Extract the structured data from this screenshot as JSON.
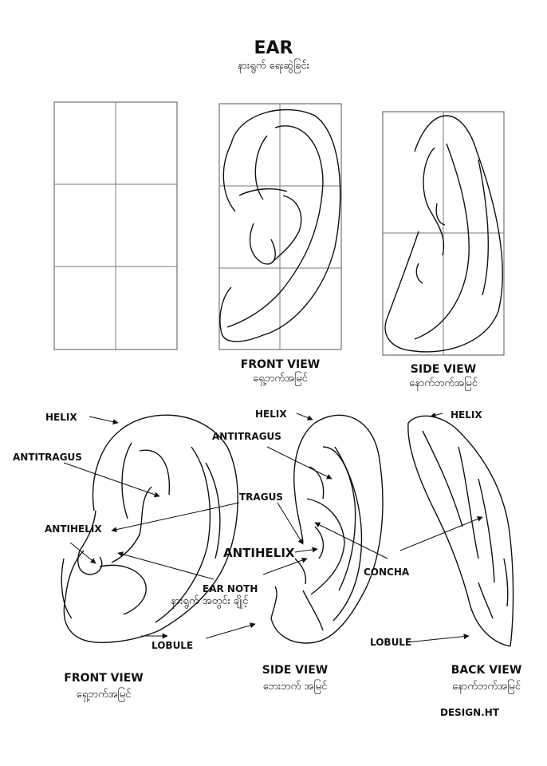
{
  "header": {
    "title": "EAR",
    "subtitle": "နားရွက် ရေးဆွဲခြင်း"
  },
  "top_row": {
    "front_view": {
      "label": "FRONT VIEW",
      "sublabel": "ရှေ့ဘက်အမြင်"
    },
    "side_view": {
      "label": "SIDE VIEW",
      "sublabel": "နောက်ဘက်အမြင်"
    }
  },
  "front_ear_labels": {
    "helix": "HELIX",
    "antitragus": "ANTITRAGUS",
    "antihelix": "ANTIHELIX",
    "lobule": "LOBULE",
    "caption": "FRONT VIEW",
    "caption_sub": "ရှေ့ဘက်အမြင်"
  },
  "side_ear_labels": {
    "helix": "HELIX",
    "antitragus": "ANTITRAGUS",
    "tragus": "TRAGUS",
    "antihelix": "ANTIHELIX",
    "ear_notch": "EAR NOTH",
    "ear_notch_sub": "နားရွက် အတွင်း ချိုင့်",
    "caption": "SIDE VIEW",
    "caption_sub": "ဘေးဘက် အမြင်"
  },
  "back_ear_labels": {
    "helix": "HELIX",
    "concha": "CONCHA",
    "lobule": "LOBULE",
    "caption": "BACK VIEW",
    "caption_sub": "နောက်ဘက်အမြင်"
  },
  "credit": "DESIGN.HT"
}
